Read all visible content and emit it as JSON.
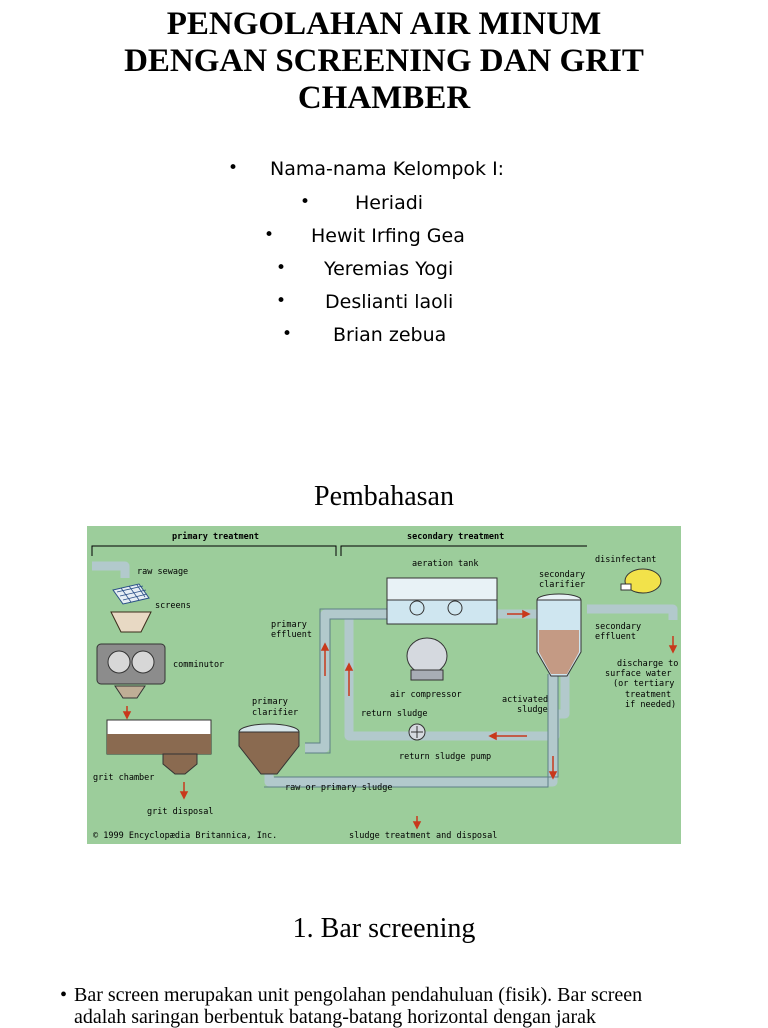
{
  "title": {
    "line1": "PENGOLAHAN AIR MINUM",
    "line2": "DENGAN SCREENING DAN GRIT",
    "line3": "CHAMBER"
  },
  "members": {
    "bullet": "•",
    "items": [
      "Nama-nama Kelompok I:",
      "Heriadi",
      "Hewit Irfing Gea",
      "Yeremias Yogi",
      "Deslianti laoli",
      "Brian zebua"
    ]
  },
  "section1": {
    "heading": "Pembahasan"
  },
  "diagram": {
    "colors": {
      "background": "#9ccd9b",
      "pipe": "#b2c9cc",
      "sludge": "#8a6a50",
      "arrow": "#c8391c",
      "water": "#cfe6f0"
    },
    "labels": {
      "primary_treatment": "primary treatment",
      "secondary_treatment": "secondary treatment",
      "raw_sewage": "raw sewage",
      "screens": "screens",
      "comminutor": "comminutor",
      "grit_chamber": "grit chamber",
      "grit_disposal": "grit disposal",
      "primary_clarifier_1": "primary",
      "primary_clarifier_2": "clarifier",
      "primary_effluent_1": "primary",
      "primary_effluent_2": "effluent",
      "aeration_tank": "aeration tank",
      "air_compressor": "air compressor",
      "return_sludge": "return sludge",
      "return_sludge_pump": "return sludge pump",
      "raw_or_primary_sludge": "raw or primary sludge",
      "secondary_clarifier_1": "secondary",
      "secondary_clarifier_2": "clarifier",
      "activated_sludge_1": "activated",
      "activated_sludge_2": "sludge",
      "disinfectant": "disinfectant",
      "secondary_effluent_1": "secondary",
      "secondary_effluent_2": "effluent",
      "discharge_1": "discharge to",
      "discharge_2": "surface water",
      "discharge_3": "(or tertiary",
      "discharge_4": "treatment",
      "discharge_5": "if needed)",
      "sludge_treatment": "sludge treatment and disposal",
      "copyright": "© 1999 Encyclopædia Britannica, Inc."
    }
  },
  "section2": {
    "heading": "1. Bar screening",
    "bullet": "•",
    "line1": "Bar screen merupakan unit pengolahan pendahuluan (fisik). Bar screen",
    "line2": "adalah  saringan berbentuk batang-batang horizontal dengan jarak"
  }
}
